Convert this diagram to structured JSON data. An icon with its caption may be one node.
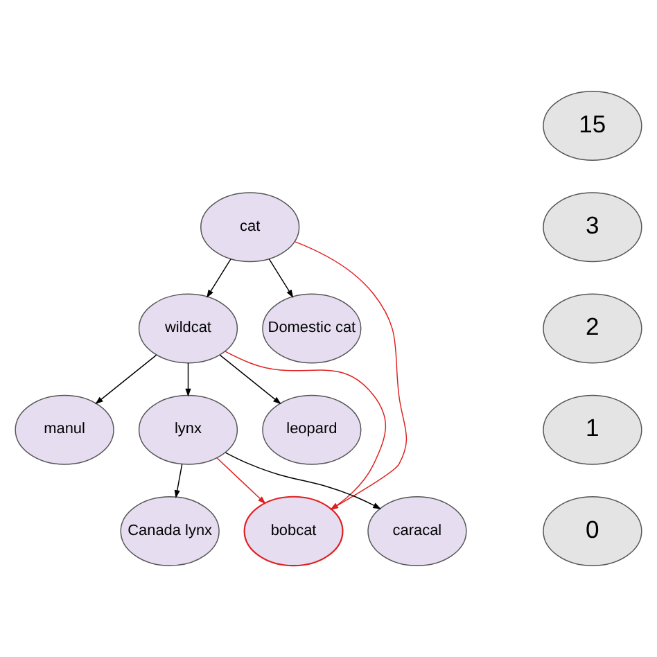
{
  "diagram": {
    "nodes": [
      {
        "text": [
          "cat"
        ]
      },
      {
        "text": [
          "wildcat"
        ]
      },
      {
        "text": [
          "Domestic cat"
        ]
      },
      {
        "text": [
          "manul"
        ]
      },
      {
        "text": [
          "lynx"
        ]
      },
      {
        "text": [
          "leopard"
        ]
      },
      {
        "text": [
          "Canada lynx"
        ]
      },
      {
        "text": [
          "bobcat"
        ]
      },
      {
        "text": [
          "caracal"
        ]
      },
      {
        "text": [
          "15"
        ]
      },
      {
        "text": [
          "3"
        ]
      },
      {
        "text": [
          "2"
        ]
      },
      {
        "text": [
          "1"
        ]
      },
      {
        "text": [
          "0"
        ]
      }
    ],
    "edges": [
      {
        "from": 0,
        "to": 1,
        "arrow": "to"
      },
      {
        "from": 0,
        "to": 2,
        "arrow": "to"
      },
      {
        "from": 1,
        "to": 3,
        "arrow": "to"
      },
      {
        "from": 1,
        "to": 4,
        "arrow": "to"
      },
      {
        "from": 1,
        "to": 5,
        "arrow": "to"
      },
      {
        "from": 4,
        "to": 6,
        "arrow": "to"
      },
      {
        "from": 4,
        "to": 8,
        "arrow": "to"
      },
      {
        "from": 0,
        "to": 7,
        "arrow": "to",
        "color": "#e02020"
      },
      {
        "from": 1,
        "to": 7,
        "arrow": "to",
        "color": "#e02020"
      },
      {
        "from": 4,
        "to": 7,
        "arrow": "to",
        "color": "#e02020"
      }
    ]
  }
}
